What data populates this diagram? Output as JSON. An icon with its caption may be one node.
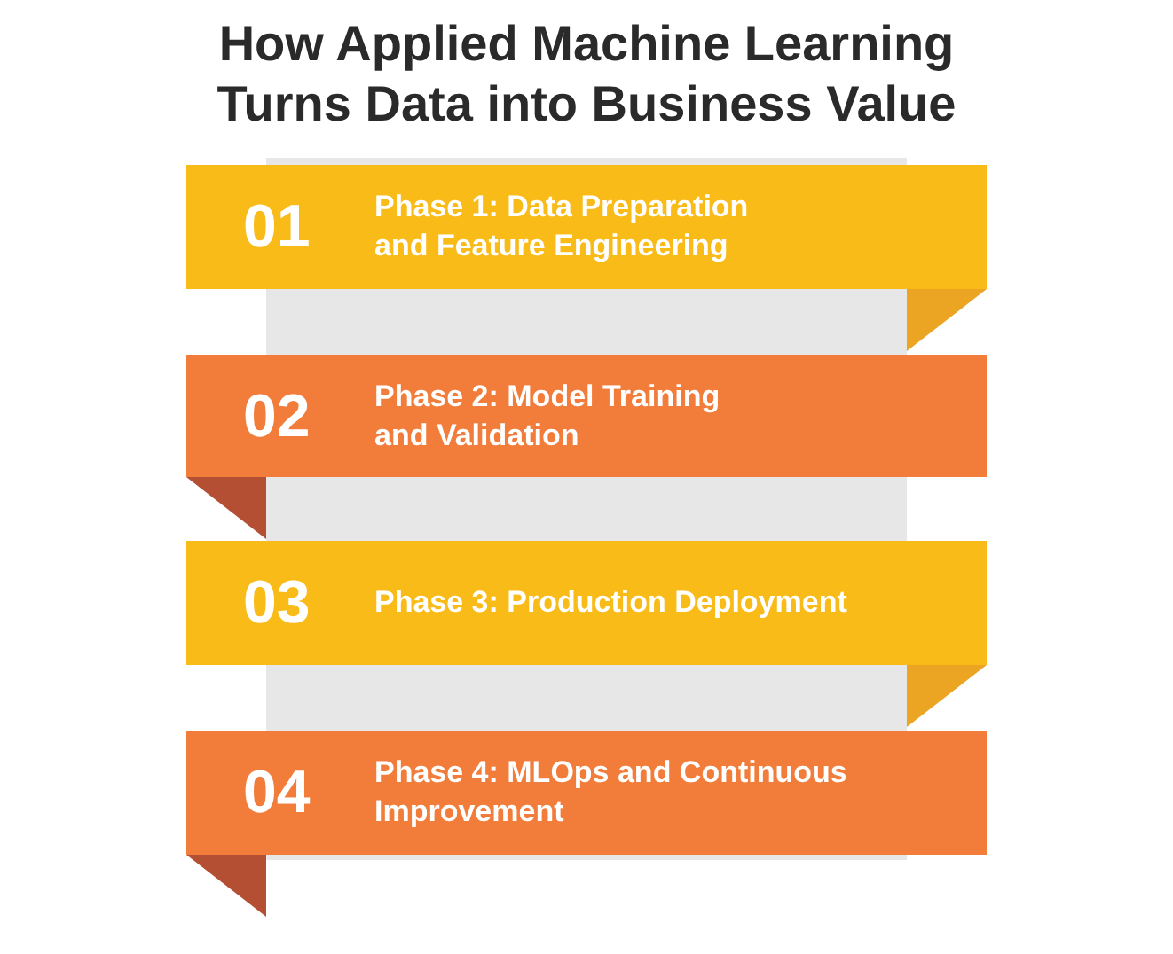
{
  "diagram": {
    "title": "How Applied Machine Learning Turns Data into Business Value",
    "nodes": [
      {
        "text": [
          "01",
          "Phase 1: Data Preparation and Feature Engineering"
        ]
      },
      {
        "text": [
          "02",
          "Phase 2: Model Training and Validation"
        ]
      },
      {
        "text": [
          "03",
          "Phase 3: Production Deployment"
        ]
      },
      {
        "text": [
          "04",
          "Phase 4: MLOps and Continuous Improvement"
        ]
      }
    ]
  }
}
